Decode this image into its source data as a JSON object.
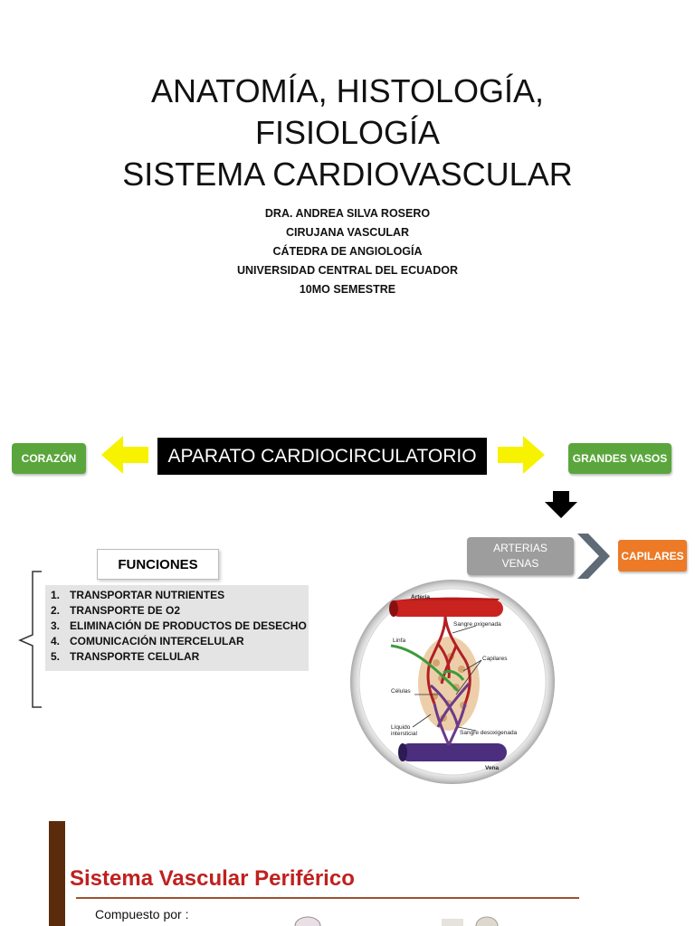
{
  "slide1": {
    "title_lines": [
      "ANATOMÍA, HISTOLOGÍA,",
      "FISIOLOGÍA",
      "SISTEMA CARDIOVASCULAR"
    ],
    "subtitle_lines": [
      "DRA. ANDREA SILVA ROSERO",
      "CIRUJANA VASCULAR",
      "CÁTEDRA DE ANGIOLOGÍA",
      "UNIVERSIDAD CENTRAL DEL ECUADOR",
      "10MO SEMESTRE"
    ]
  },
  "slide2": {
    "corazon": "CORAZÓN",
    "center": "APARATO CARDIOCIRCULATORIO",
    "grandes_vasos": "GRANDES VASOS",
    "vasos_lines": [
      "ARTERIAS",
      "VENAS"
    ],
    "capilares": "CAPILARES",
    "funciones_title": "FUNCIONES",
    "funciones": [
      {
        "num": "1.",
        "text": "TRANSPORTAR NUTRIENTES"
      },
      {
        "num": "2.",
        "text": "TRANSPORTE DE O2"
      },
      {
        "num": "3.",
        "text": "ELIMINACIÓN DE PRODUCTOS DE DESECHO"
      },
      {
        "num": "4.",
        "text": "COMUNICACIÓN INTERCELULAR"
      },
      {
        "num": "5.",
        "text": "TRANSPORTE CELULAR"
      }
    ],
    "diagram_labels": {
      "arteria": "Arteria",
      "sangre_oxigenada": "Sangre oxigenada",
      "linfa": "Linfa",
      "capilares": "Capilares",
      "celulas": "Células",
      "liquido_1": "Líquido",
      "liquido_2": "intersticial",
      "sangre_desoxigenada": "Sangre desoxigenada",
      "vena": "Vena"
    },
    "colors": {
      "green": "#5aa63c",
      "yellow": "#f7f200",
      "orange": "#ec7a26",
      "gray": "#9d9d9d"
    }
  },
  "slide3": {
    "title": "Sistema Vascular Periférico",
    "subtitle": "Compuesto por :"
  }
}
